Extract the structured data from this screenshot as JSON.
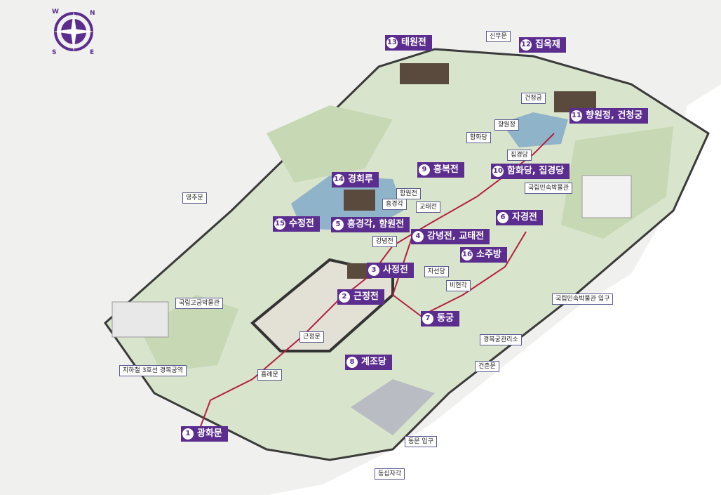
{
  "compass": {
    "w": "W",
    "n": "N",
    "s": "S",
    "e": "E"
  },
  "attractions": [
    {
      "num": "1",
      "name": "광화문"
    },
    {
      "num": "2",
      "name": "근정전"
    },
    {
      "num": "3",
      "name": "사정전"
    },
    {
      "num": "4",
      "name": "강녕전, 교태전"
    },
    {
      "num": "5",
      "name": "흥경각, 함원전"
    },
    {
      "num": "6",
      "name": "자경전"
    },
    {
      "num": "7",
      "name": "동궁"
    },
    {
      "num": "8",
      "name": "계조당"
    },
    {
      "num": "9",
      "name": "흥복전"
    },
    {
      "num": "10",
      "name": "함화당, 집경당"
    },
    {
      "num": "11",
      "name": "향원정, 건청궁"
    },
    {
      "num": "12",
      "name": "집옥재"
    },
    {
      "num": "13",
      "name": "태원전"
    },
    {
      "num": "14",
      "name": "경회루"
    },
    {
      "num": "15",
      "name": "수정전"
    },
    {
      "num": "16",
      "name": "소주방"
    }
  ],
  "labels": [
    "신무문",
    "건청궁",
    "향원정",
    "함화당",
    "집경당",
    "국립민속박물관",
    "영추문",
    "함원전",
    "흥경각",
    "교태전",
    "강녕전",
    "자선당",
    "비현각",
    "국립민속박물관 입구",
    "국립고궁박물관",
    "근정문",
    "경복궁관리소",
    "지하철 3호선 경복궁역",
    "흥례문",
    "건춘문",
    "동문 입구",
    "동십자각"
  ]
}
